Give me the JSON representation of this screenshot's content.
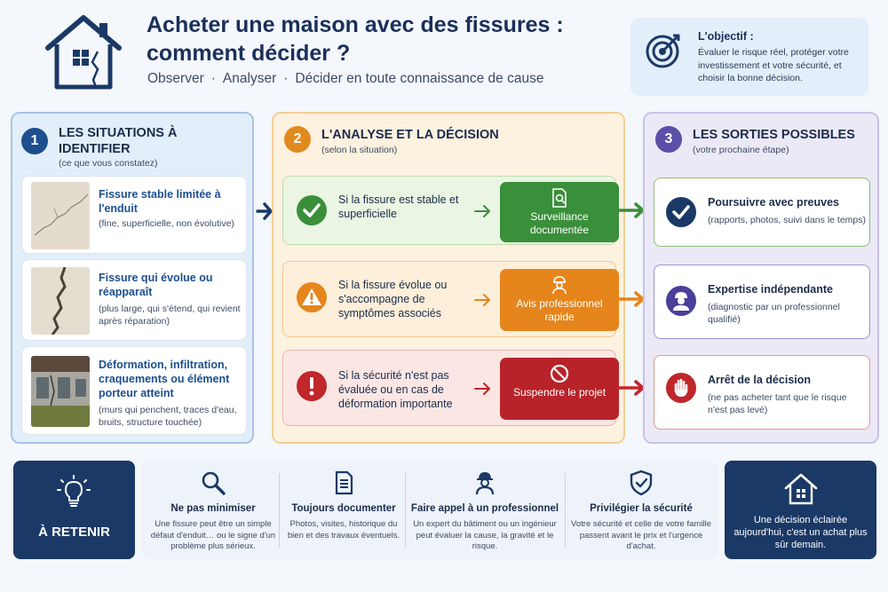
{
  "header": {
    "title": "Acheter une maison avec des fissures : comment décider ?",
    "subtitle_parts": [
      "Observer",
      "Analyser",
      "Décider en toute connaissance de cause"
    ],
    "subtitle_separator": "·"
  },
  "objective": {
    "title": "L'objectif :",
    "text": "Évaluer le risque réel, protéger votre investissement et votre sécurité, et choisir la bonne décision."
  },
  "columns": {
    "situations": {
      "number": "1",
      "title": "LES SITUATIONS À IDENTIFIER",
      "subtitle": "(ce que vous constatez)",
      "items": [
        {
          "title": "Fissure stable limitée à l'enduit",
          "desc": "(fine, superficielle, non évolutive)"
        },
        {
          "title": "Fissure qui évolue ou réapparaît",
          "desc": "(plus large, qui s'étend, qui revient après réparation)"
        },
        {
          "title": "Déformation, infiltration, craquements ou élément porteur atteint",
          "desc": "(murs qui penchent, traces d'eau, bruits, structure touchée)"
        }
      ]
    },
    "analysis": {
      "number": "2",
      "title": "L'ANALYSE ET LA DÉCISION",
      "subtitle": "(selon la situation)",
      "items": [
        {
          "condition": "Si la fissure est stable et superficielle",
          "action": "Surveillance documentée"
        },
        {
          "condition": "Si la fissure évolue ou s'accompagne de symptômes associés",
          "action": "Avis professionnel rapide"
        },
        {
          "condition": "Si la sécurité n'est pas évaluée ou en cas de déformation importante",
          "action": "Suspendre le projet"
        }
      ]
    },
    "outcomes": {
      "number": "3",
      "title": "LES SORTIES POSSIBLES",
      "subtitle": "(votre prochaine étape)",
      "items": [
        {
          "title": "Poursuivre avec preuves",
          "desc": "(rapports, photos, suivi dans le temps)"
        },
        {
          "title": "Expertise indépendante",
          "desc": "(diagnostic par un professionnel qualifié)"
        },
        {
          "title": "Arrêt de la décision",
          "desc": "(ne pas acheter tant que le risque n'est pas levé)"
        }
      ]
    }
  },
  "bottom": {
    "retenir_label": "À RETENIR",
    "tips": [
      {
        "title": "Ne pas minimiser",
        "desc": "Une fissure peut être un simple défaut d'enduit… ou le signe d'un problème plus sérieux."
      },
      {
        "title": "Toujours documenter",
        "desc": "Photos, visites, historique du bien et des travaux éventuels."
      },
      {
        "title": "Faire appel à un professionnel",
        "desc": "Un expert du bâtiment ou un ingénieur peut évaluer la cause, la gravité et le risque."
      },
      {
        "title": "Privilégier la sécurité",
        "desc": "Votre sécurité et celle de votre famille passent avant le prix et l'urgence d'achat."
      }
    ],
    "final_text": "Une décision éclairée aujourd'hui, c'est un achat plus sûr demain."
  },
  "colors": {
    "navy": "#1b3966",
    "blue_badge": "#1d4f8f",
    "orange_badge": "#e08a1e",
    "purple_badge": "#5b4fa8",
    "green": "#3a8f3a",
    "orange": "#e5851c",
    "red": "#c0262a"
  },
  "icons": {
    "header": "house-crack-icon",
    "objective": "target-icon",
    "analysis": [
      "check-circle-icon",
      "warning-triangle-icon",
      "exclamation-circle-icon"
    ],
    "actions": [
      "document-search-icon",
      "engineer-icon",
      "prohibited-icon"
    ],
    "outcomes": [
      "check-circle-icon",
      "expert-icon",
      "stop-hand-icon"
    ],
    "tips": [
      "magnifier-icon",
      "document-icon",
      "engineer-icon",
      "shield-check-icon"
    ],
    "retenir": "lightbulb-icon",
    "final": "house-icon"
  }
}
